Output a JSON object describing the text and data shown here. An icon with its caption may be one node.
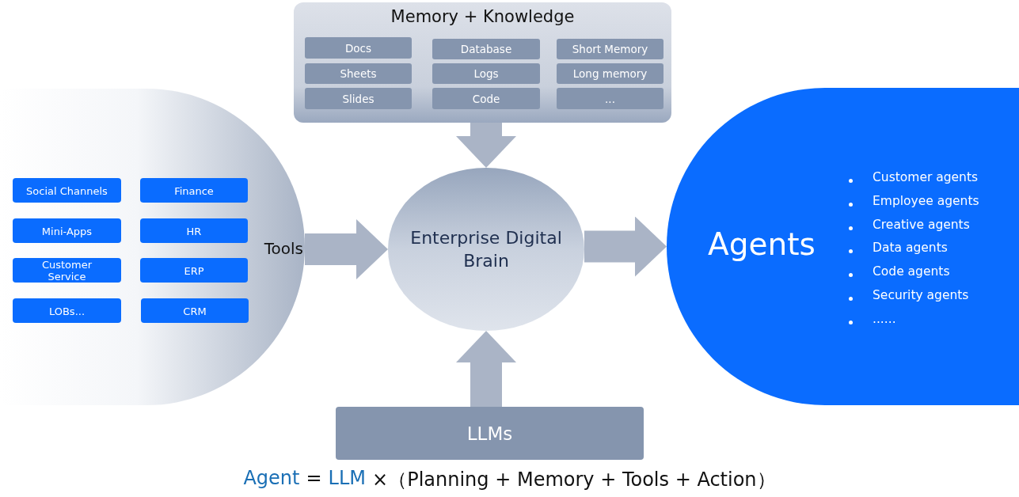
{
  "diagram": {
    "nodes": [
      {
        "text": [
          "Memory + Knowledge"
        ]
      },
      {
        "text": [
          "Docs"
        ],
        "in": 0
      },
      {
        "text": [
          "Database"
        ],
        "in": 0
      },
      {
        "text": [
          "Short Memory"
        ],
        "in": 0
      },
      {
        "text": [
          "Sheets"
        ],
        "in": 0
      },
      {
        "text": [
          "Logs"
        ],
        "in": 0
      },
      {
        "text": [
          "Long memory"
        ],
        "in": 0
      },
      {
        "text": [
          "Slides"
        ],
        "in": 0
      },
      {
        "text": [
          "Code"
        ],
        "in": 0
      },
      {
        "text": [
          "..."
        ],
        "in": 0
      },
      {
        "text": [],
        "shape": "circle"
      },
      {
        "text": [
          "Social Channels"
        ],
        "in": 10
      },
      {
        "text": [
          "Finance"
        ],
        "in": 10
      },
      {
        "text": [
          "Mini-Apps"
        ],
        "in": 10
      },
      {
        "text": [
          "HR"
        ],
        "in": 10
      },
      {
        "text": [
          "Customer Service"
        ],
        "in": 10
      },
      {
        "text": [
          "ERP"
        ],
        "in": 10
      },
      {
        "text": [
          "LOBs..."
        ],
        "in": 10
      },
      {
        "text": [
          "CRM"
        ],
        "in": 10
      },
      {
        "text": [
          "Enterprise Digital Brain"
        ]
      },
      {
        "text": [
          "Agents",
          "Customer agents",
          "Employee agents",
          "Creative agents",
          "Data agents",
          "Code agents",
          "Security agents",
          "......"
        ]
      },
      {
        "text": [
          "LLMs"
        ]
      }
    ],
    "edges": [
      {
        "from": 0,
        "to": 19,
        "arrow": "to"
      },
      {
        "from": 10,
        "to": 19,
        "arrow": "to",
        "label": "Tools"
      },
      {
        "from": 19,
        "to": 20,
        "arrow": "to"
      },
      {
        "from": 21,
        "to": 19,
        "arrow": "to"
      }
    ],
    "labels": [
      "Agent",
      "=",
      "LLM",
      "×（Planning + Memory + Tools + Action）"
    ]
  }
}
